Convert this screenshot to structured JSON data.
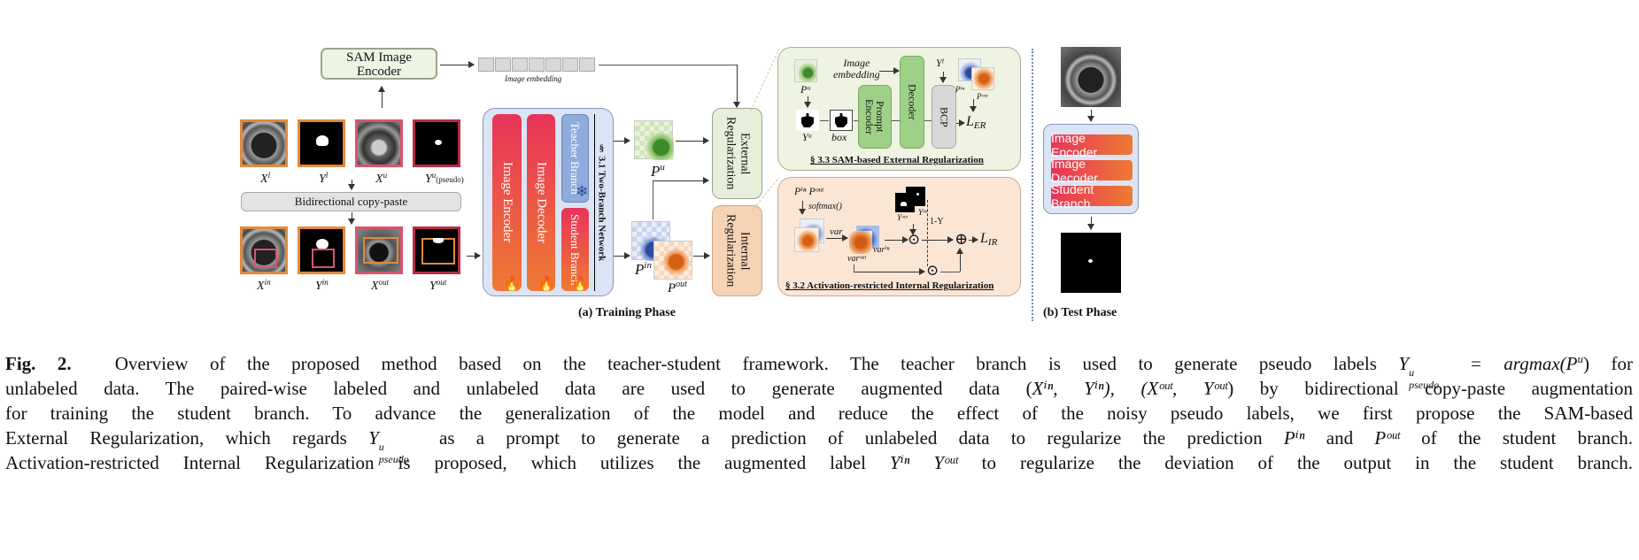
{
  "figure": {
    "sam_encoder_label": [
      "SAM Image",
      "Encoder"
    ],
    "image_embedding_label": "Image embedding",
    "inputs_top": [
      {
        "label": "X",
        "sup": "l"
      },
      {
        "label": "Y",
        "sup": "l"
      },
      {
        "label": "X",
        "sup": "u"
      },
      {
        "label": "Y",
        "sup": "u",
        "suffix": "(pseudo)"
      }
    ],
    "bcp_label": "Bidirectional copy-paste",
    "inputs_bottom": [
      {
        "label": "X",
        "sup": "in"
      },
      {
        "label": "Y",
        "sup": "in"
      },
      {
        "label": "X",
        "sup": "out"
      },
      {
        "label": "Y",
        "sup": "out"
      }
    ],
    "network": {
      "image_encoder": "Image Encoder",
      "image_decoder": "Image Decoder",
      "teacher_branch": "Teacher Branch",
      "student_branch": "Student Branch",
      "section_title": "§ 3.1 Two-Branch Network",
      "frozen_icon": "snowflake-icon",
      "trainable_icon": "flame-icon"
    },
    "predictions": {
      "pu": {
        "label": "P",
        "sup": "u"
      },
      "pin": {
        "label": "P",
        "sup": "in"
      },
      "pout": {
        "label": "P",
        "sup": "out"
      }
    },
    "external_reg": "External Regularization",
    "internal_reg": "Internal Regularization",
    "sam_panel": {
      "pu": "Pᵘ",
      "image_embedding": [
        "Image",
        "embedding"
      ],
      "yu": "Yᵘ",
      "box": "box",
      "prompt_encoder": "Prompt Encoder",
      "decoder": "Decoder",
      "yl": "Yˡ",
      "bcp": "BCP",
      "pin": "Pⁱⁿ",
      "pout": "Pᵒᵘᵗ",
      "loss": "L",
      "loss_sub": "ER",
      "title": "§ 3.3 SAM-based External Regularization"
    },
    "ir_panel": {
      "pin_pout": "Pⁱⁿ Pᵒᵘᵗ",
      "softmax": "softmax()",
      "var": "var",
      "var_out": "varᵒᵘᵗ",
      "var_in": "varⁱⁿ",
      "yout": "Yᵒᵘᵗ",
      "yin": "Yⁱⁿ",
      "one_minus_y": "1-Y",
      "hadamard": "⊙",
      "plus": "⊕",
      "loss": "L",
      "loss_sub": "IR",
      "title": "§ 3.2 Activation-restricted Internal Regularization"
    },
    "training_phase": "(a)  Training Phase",
    "test_phase": "(b)  Test Phase",
    "test_pipeline": [
      "Image Encoder",
      "Image Decoder",
      "Student Branch"
    ]
  },
  "caption": {
    "fig_label": "Fig. 2.",
    "line1_a": "Overview of the proposed method based on the teacher-student framework. The teacher branch is used to generate pseudo labels ",
    "line1_b": " for",
    "line2": "unlabeled data. The paired-wise labeled and unlabeled data are used to generate augmented data (",
    "line2_b": ") by bidirectional copy-paste augmentation",
    "line3": "for training the student branch. To advance the generalization of the model and reduce the effect of the noisy pseudo labels, we first propose the SAM-based",
    "line4_a": "External Regularization, which regards ",
    "line4_b": " as a prompt to generate a prediction of unlabeled data to regularize the prediction ",
    "line4_c": " and ",
    "line4_d": " of the student branch.",
    "line5_a": "Activation-restricted Internal Regularization is proposed, which utilizes the augmented label ",
    "line5_b": " to regularize the deviation of the output in the student branch.",
    "math": {
      "ypseudo_Y": "Y",
      "ypseudo_sup": "u",
      "ypseudo_sub": "pseudo",
      "argmax": " = argmax(P",
      "argmax_sup": "u",
      "argmax_close": ")",
      "aug_data": "Xⁱⁿ, Yⁱⁿ), (Xᵒᵘᵗ, Yᵒᵘᵗ",
      "pin": "Pⁱⁿ",
      "pout": "Pᵒᵘᵗ",
      "yinyout": "Yⁱⁿ Yᵒᵘᵗ"
    }
  }
}
